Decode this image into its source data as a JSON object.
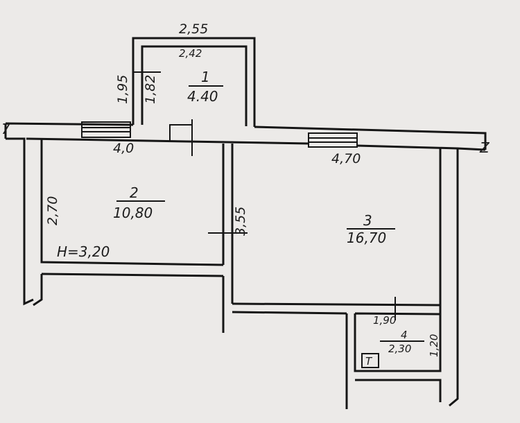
{
  "colors": {
    "paper": "#eceae8",
    "ink": "#161616"
  },
  "room1": {
    "number": "1",
    "area": "4.40",
    "outer_width": "2,55",
    "inner_width": "2,42",
    "outer_depth": "1,95",
    "inner_depth": "1,82"
  },
  "room2": {
    "number": "2",
    "area": "10,80",
    "width": "4,0",
    "depth": "2,70",
    "ceiling_height": "H=3,20"
  },
  "room3": {
    "number": "3",
    "area": "16,70",
    "width": "4,70",
    "depth": "3,55"
  },
  "room4": {
    "number": "4",
    "area": "2,30",
    "width": "1,90",
    "depth": "1,20"
  },
  "wall_marks": {
    "left": "7",
    "right": "Z"
  },
  "fixture_symbol": "T"
}
